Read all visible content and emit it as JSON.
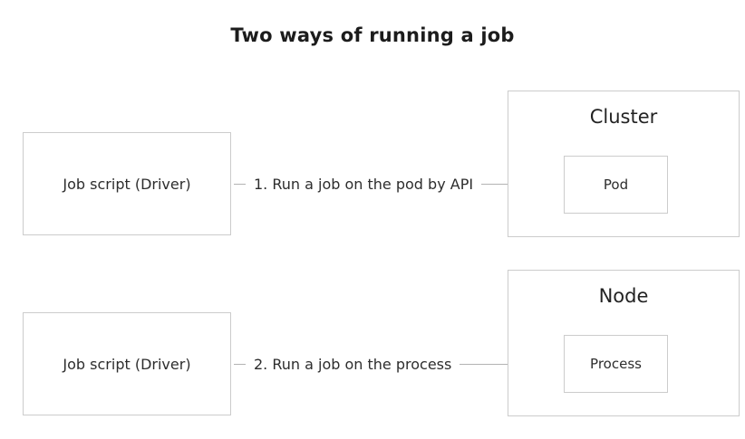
{
  "diagram": {
    "title": "Two ways of running a job",
    "rows": [
      {
        "source_label": "Job script (Driver)",
        "arrow_label": "1. Run a job on the pod by API",
        "container_label": "Cluster",
        "target_label": "Pod"
      },
      {
        "source_label": "Job script (Driver)",
        "arrow_label": "2. Run a job on the process",
        "container_label": "Node",
        "target_label": "Process"
      }
    ],
    "colors": {
      "border": "#cccccc",
      "arrow": "#b3b3b3",
      "text": "#2d2d2d",
      "background": "#ffffff"
    }
  }
}
